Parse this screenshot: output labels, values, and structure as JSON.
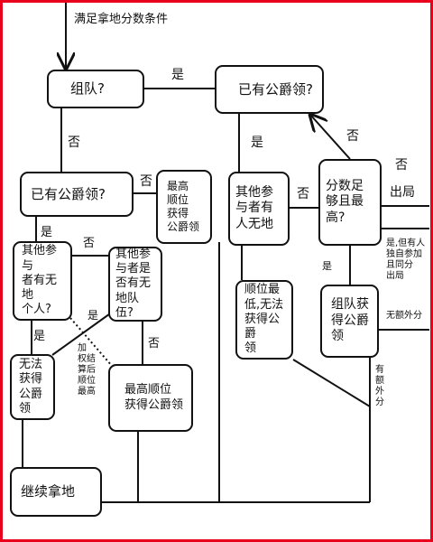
{
  "entry_label": "满足拿地分数条件",
  "nodes": {
    "team": "组队?",
    "has_title_top": "已有公爵领?",
    "has_title_left": "已有公爵领?",
    "highest_rank_gets": "最高\n顺位\n获得\n公爵领",
    "others_no_land": "其他参\n与者有\n人无地",
    "score_enough": "分数足\n够且最\n高?",
    "others_no_land_person": "其他参与\n者有无地\n个人?",
    "others_no_land_team": "其他参\n与者是\n否有无\n地队伍?",
    "lowest_rank": "顺位最\n低,无法\n获得公爵\n领",
    "team_gets": "组队获\n得公爵\n领",
    "cannot_get": "无法\n获得\n公爵领",
    "highest_rank_gets_2": "最高顺位\n获得公爵领",
    "continue": "继续拿地"
  },
  "edges": {
    "yes_team_top": "是",
    "no_team_left": "否",
    "yes_top_others": "是",
    "no_top_score": "否",
    "no_left_highest": "否",
    "yes_left_person": "是",
    "no_person_team": "否",
    "no_others_score": "否",
    "no_score_out": "否",
    "out": "出局",
    "yes_score_teamgets": "是",
    "tie_note": "是,但有人\n独自参加\n且同分\n出局",
    "no_extra": "无额外分",
    "has_extra": "有\n额\n外\n分",
    "yes_person_cannot": "是",
    "yes_team_cannot": "是",
    "weighted_note": "加\n权结\n算后\n顺位\n最高",
    "no_team_highest": "否"
  }
}
